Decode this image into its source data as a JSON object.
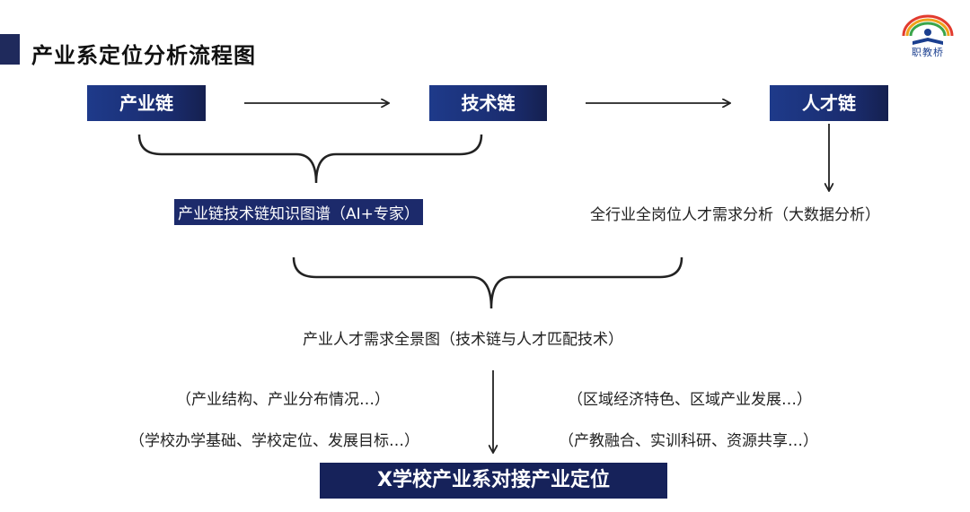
{
  "header": {
    "title": "产业系定位分析流程图"
  },
  "logo": {
    "text": "职教桥"
  },
  "chains": {
    "industry": "产业链",
    "tech": "技术链",
    "talent": "人才链"
  },
  "analysis": {
    "knowledge_graph": "产业链技术链知识图谱（AI+专家）",
    "talent_demand": "全行业全岗位人才需求分析（大数据分析）"
  },
  "panorama": "产业人才需求全景图（技术链与人才匹配技术）",
  "context": {
    "left_top": "（产业结构、产业分布情况…）",
    "left_bottom": "（学校办学基础、学校定位、发展目标…）",
    "right_top": "（区域经济特色、区域产业发展…）",
    "right_bottom": "（产教融合、实训科研、资源共享…）"
  },
  "result": "X学校产业系对接产业定位"
}
